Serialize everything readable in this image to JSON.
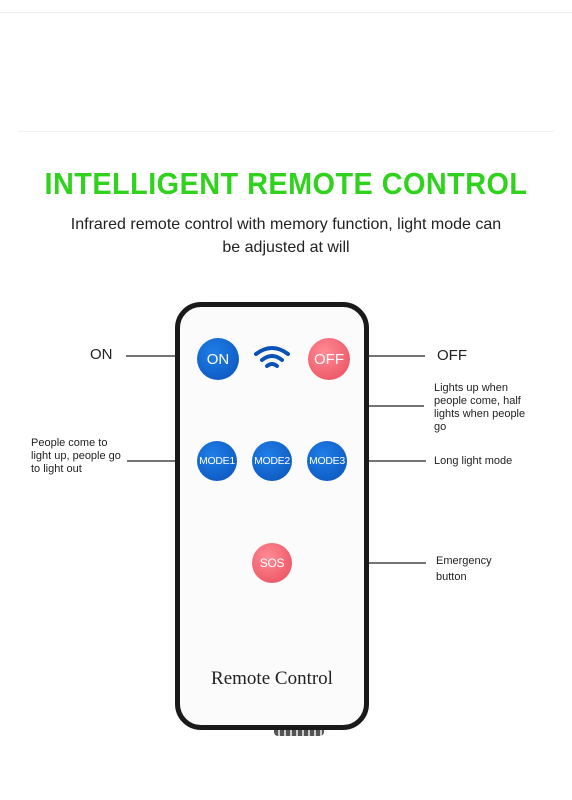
{
  "title": "INTELLIGENT REMOTE CONTROL",
  "subtitle": "Infrared remote control with memory function, light mode can be adjusted at will",
  "remote": {
    "label": "Remote Control",
    "buttons": {
      "on": "ON",
      "off": "OFF",
      "mode1": "MODE1",
      "mode2": "MODE2",
      "mode3": "MODE3",
      "sos": "SOS"
    },
    "colors": {
      "blue": "#0a52b8",
      "red": "#e84a5a"
    }
  },
  "callouts": {
    "on": "ON",
    "off": "OFF",
    "mode1": "People come to light up, people go to light out",
    "mode2": "Lights up when people come, half lights when people go",
    "mode3": "Long light mode",
    "sos": "Emergency button"
  },
  "icons": {
    "signal": "wifi-icon"
  },
  "accent_color": "#2fd21c"
}
